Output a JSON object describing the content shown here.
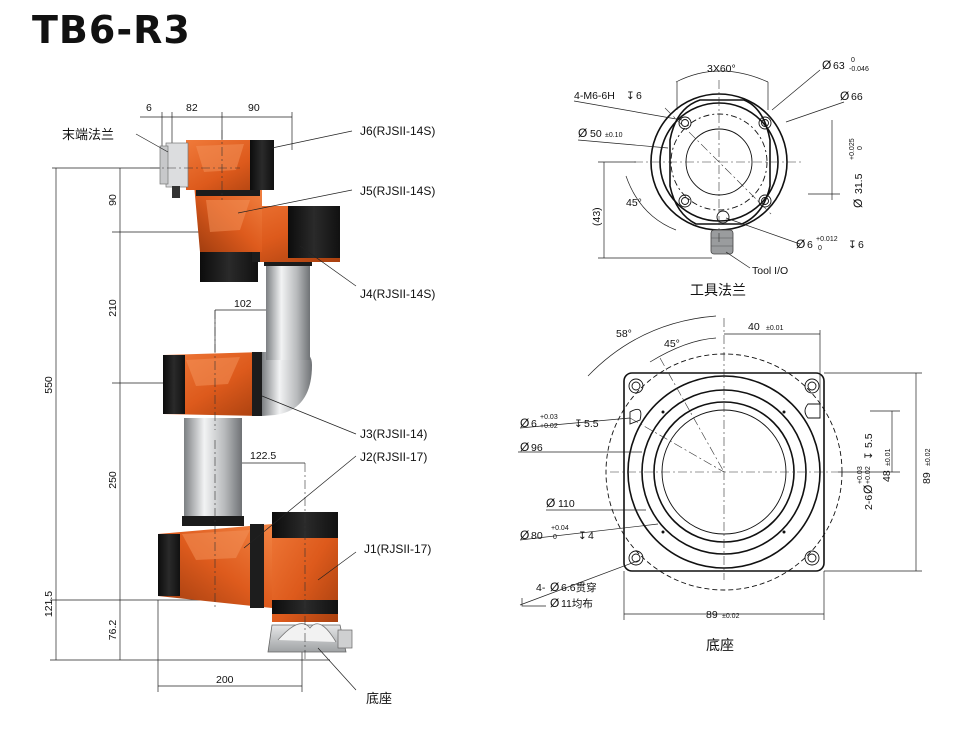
{
  "title": "TB6-R3",
  "robot": {
    "top_dims": [
      "6",
      "82",
      "90"
    ],
    "left_dims": [
      "90",
      "210",
      "550",
      "250",
      "121.5",
      "76.2"
    ],
    "inner_dims": [
      "102",
      "122.5"
    ],
    "bottom_dim": "200",
    "flange_label": "末端法兰",
    "base_label": "底座",
    "joints": [
      "J6(RJSII-14S)",
      "J5(RJSII-14S)",
      "J4(RJSII-14S)",
      "J3(RJSII-14)",
      "J2(RJSII-17)",
      "J1(RJSII-17)"
    ]
  },
  "tool_flange": {
    "caption": "工具法兰",
    "angle_spacing": "3X60°",
    "thread": "4-M6-6H",
    "thread_depth": "6",
    "outer_dia": "63",
    "outer_dia_tol_upper": "0",
    "outer_dia_tol_lower": "-0.046",
    "dia_66": "66",
    "dia_50": "50",
    "dia_50_tol": "±0.10",
    "dia_31_5": "31.5",
    "dia_31_5_tol_upper": "+0.025",
    "dia_31_5_tol_lower": "0",
    "dim_43": "(43)",
    "angle": "45°",
    "pin_dia": "6",
    "pin_tol_upper": "+0.012",
    "pin_tol_lower": "0",
    "pin_depth": "6",
    "io_label": "Tool I/O"
  },
  "base": {
    "caption": "底座",
    "angle_58": "58°",
    "angle_45": "45°",
    "dim_40": "40",
    "dim_40_tol": "±0.01",
    "slot_dia": "6",
    "slot_tol_upper": "+0.03",
    "slot_tol_lower": "+0.02",
    "slot_depth": "5.5",
    "dia_96": "96",
    "dia_110": "110",
    "dia_80": "80",
    "dia_80_tol_upper": "+0.04",
    "dia_80_tol_lower": "0",
    "dia_80_depth": "4",
    "holes": "4-",
    "hole_dia": "6.6贯穿",
    "cbore_dia": "11均布",
    "width": "89",
    "width_tol": "±0.02",
    "height": "89",
    "height_tol": "±0.02",
    "dim_48": "48",
    "dim_48_tol": "±0.01",
    "slot_note": "2-6",
    "slot_note_tol_upper": "+0.03",
    "slot_note_tol_lower": "+0.02",
    "slot_note_depth": "5.5"
  },
  "colors": {
    "orange": "#e0571c",
    "orange_dark": "#b23e0e",
    "black_cap": "#1c1c1c",
    "steel": "#b9bbbd"
  }
}
